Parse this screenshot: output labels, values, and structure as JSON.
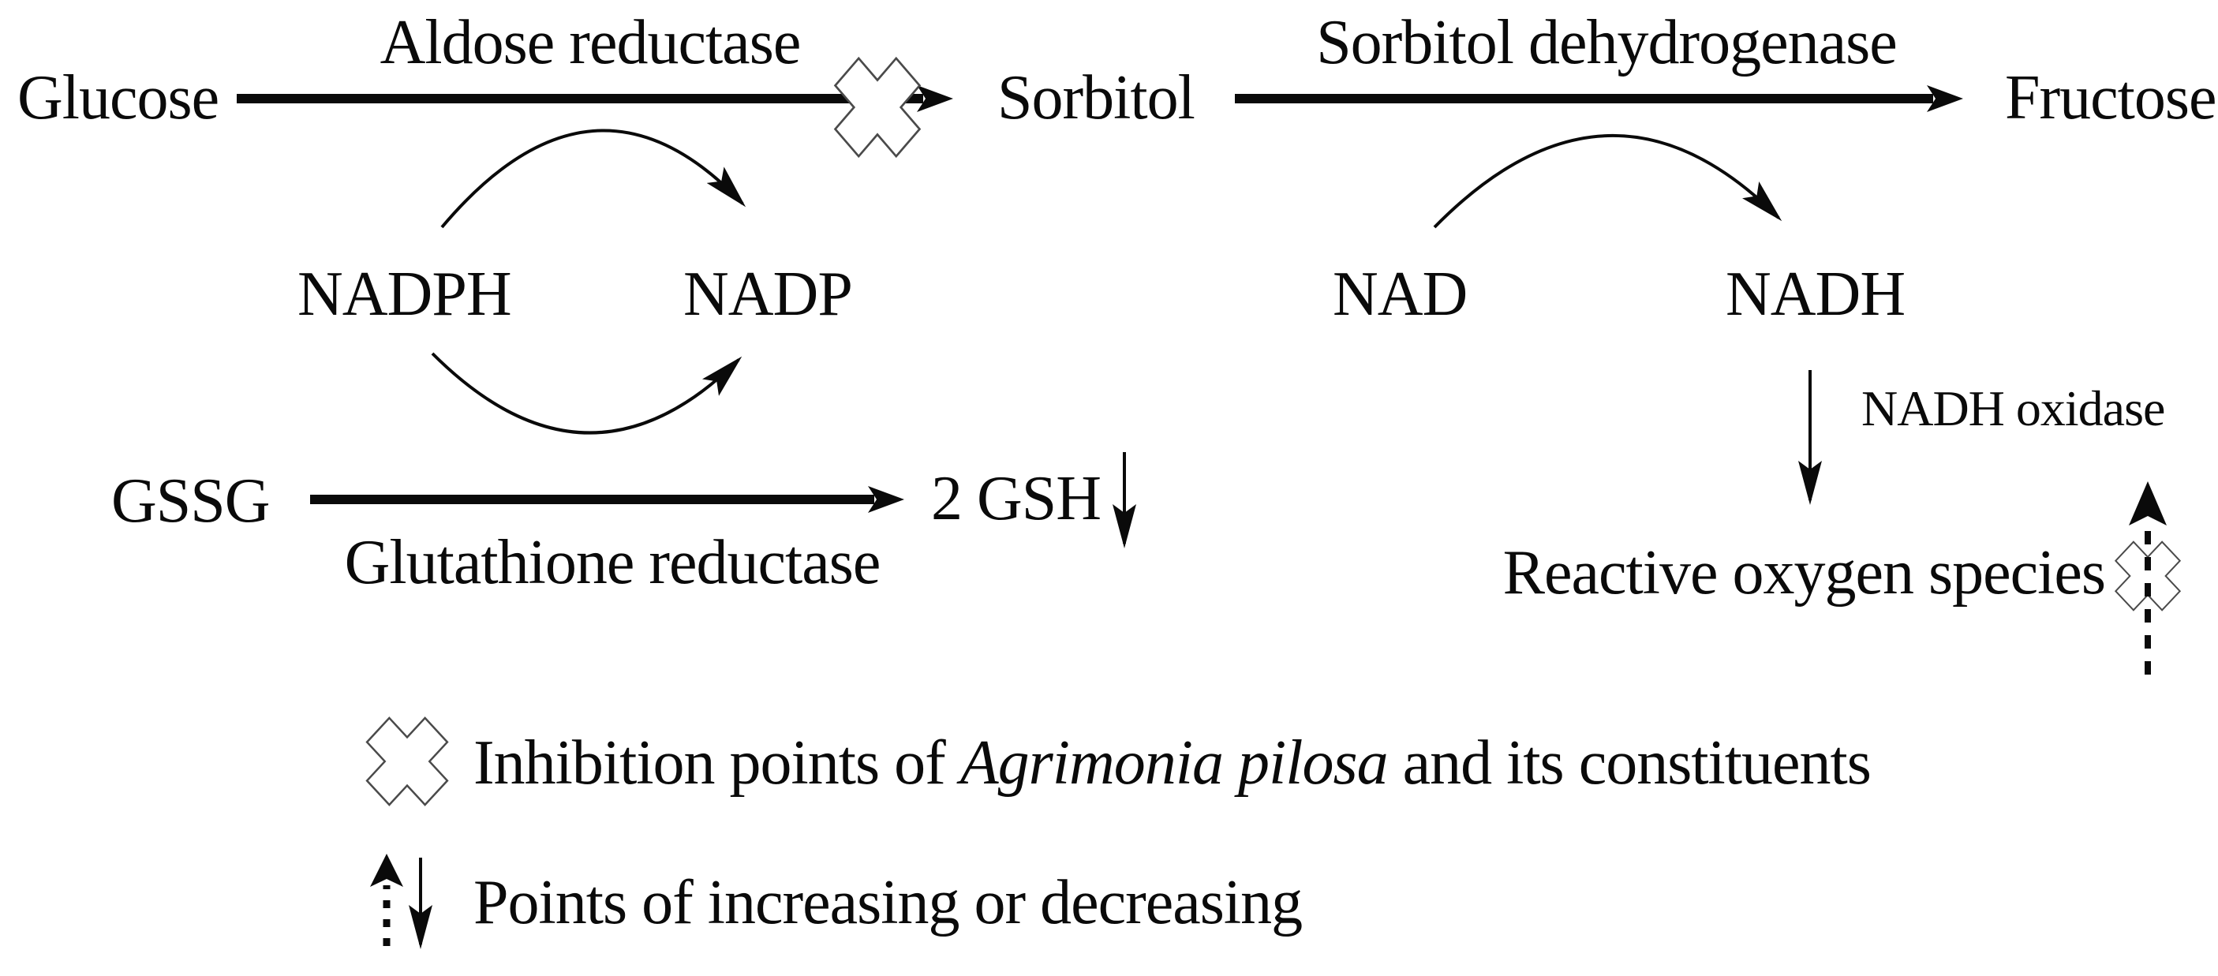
{
  "figure": {
    "title": "Polyol pathway inhibition diagram",
    "colors": {
      "ink": "#0a0a0a",
      "x_outline": "#4a4a4a",
      "x_fill": "#ffffff",
      "background": "#ffffff"
    },
    "nodes": {
      "glucose": "Glucose",
      "sorbitol": "Sorbitol",
      "fructose": "Fructose",
      "nadph": "NADPH",
      "nadp": "NADP",
      "nad": "NAD",
      "nadh": "NADH",
      "gssg": "GSSG",
      "gsh": "2 GSH",
      "ros": "Reactive oxygen species"
    },
    "enzymes": {
      "aldose_reductase": "Aldose reductase",
      "sorbitol_dehydrogenase": "Sorbitol dehydrogenase",
      "glutathione_reductase": "Glutathione reductase",
      "nadh_oxidase": "NADH oxidase"
    },
    "legend": {
      "inhibition_prefix": "Inhibition points of ",
      "inhibition_species": "Agrimonia pilosa",
      "inhibition_suffix": " and its constituents",
      "updown": "Points of increasing or decreasing"
    }
  }
}
